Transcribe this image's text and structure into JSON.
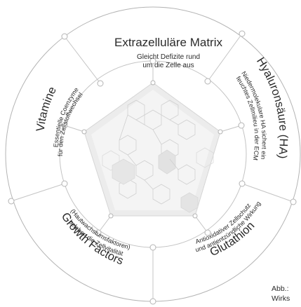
{
  "segments": [
    {
      "title": "Extrazelluläre Matrix",
      "desc": [
        "Gleicht Defizite rund",
        "um die Zelle aus"
      ]
    },
    {
      "title": "Hyaluronsäure (HA)",
      "desc": [
        "Niedermolekulare HA sichert ein",
        "feuchtes Zellmilieu in der ECM"
      ]
    },
    {
      "title": "Glutathion",
      "desc": [
        "Antioxidativer Zellschutz",
        "und antientzündliche Wirkung"
      ]
    },
    {
      "title": "Growth Factors",
      "desc": [
        "(Hautwachstumsfaktoren)",
        "beleben die Zellvitalität"
      ]
    },
    {
      "title": "Vitamine",
      "desc": [
        "Essentielle Coenzyme",
        "für den Zellstoffwechsel"
      ]
    }
  ],
  "caption": {
    "line1": "Abb.:",
    "line2": "Wirks"
  },
  "colors": {
    "ring": "#b4b4b4",
    "node_fill": "#ffffff",
    "pentagon": "#e6e6e6",
    "text": "#2a2a2a"
  }
}
